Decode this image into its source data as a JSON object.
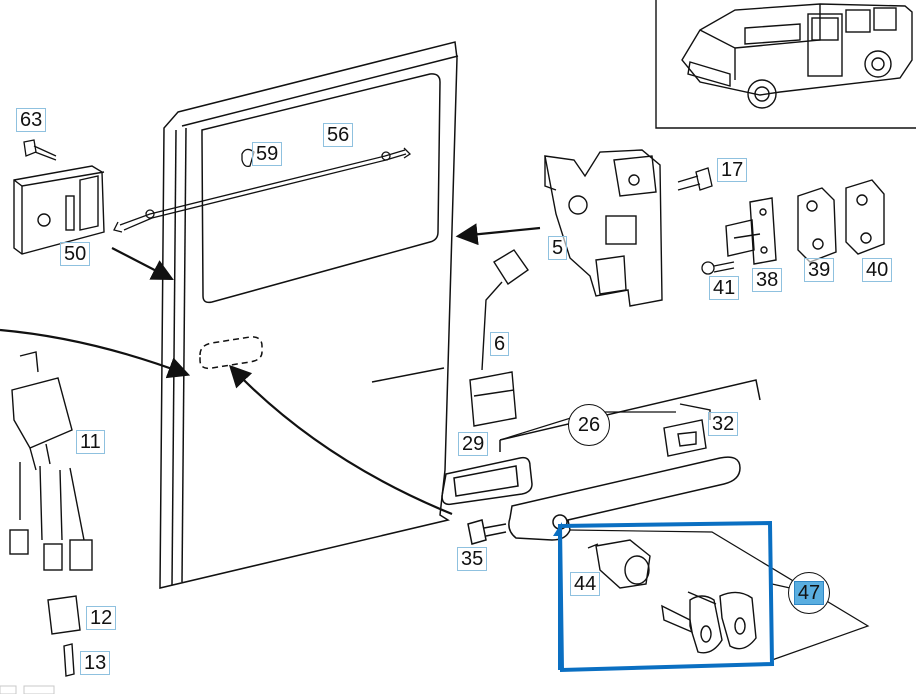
{
  "diagram": {
    "callouts": [
      {
        "id": "63",
        "label": "63"
      },
      {
        "id": "59",
        "label": "59"
      },
      {
        "id": "56",
        "label": "56"
      },
      {
        "id": "17",
        "label": "17"
      },
      {
        "id": "50",
        "label": "50"
      },
      {
        "id": "5",
        "label": "5"
      },
      {
        "id": "38",
        "label": "38"
      },
      {
        "id": "39",
        "label": "39"
      },
      {
        "id": "40",
        "label": "40"
      },
      {
        "id": "41",
        "label": "41"
      },
      {
        "id": "6",
        "label": "6"
      },
      {
        "id": "11",
        "label": "11"
      },
      {
        "id": "26",
        "label": "26"
      },
      {
        "id": "32",
        "label": "32"
      },
      {
        "id": "29",
        "label": "29"
      },
      {
        "id": "35",
        "label": "35"
      },
      {
        "id": "44",
        "label": "44"
      },
      {
        "id": "47",
        "label": "47"
      },
      {
        "id": "12",
        "label": "12"
      },
      {
        "id": "13",
        "label": "13"
      }
    ],
    "highlighted_callout": "47",
    "highlight_color": "#0a6fc2",
    "label_border_color": "#8fc1df"
  }
}
